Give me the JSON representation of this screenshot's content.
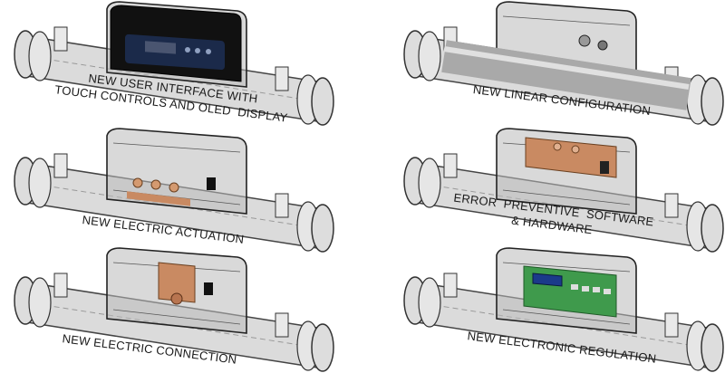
{
  "features": [
    {
      "id": "user-interface",
      "lines": [
        "NEW USER INTERFACE WITH",
        "TOUCH CONTROLS AND OLED  DISPLAY"
      ]
    },
    {
      "id": "linear-configuration",
      "lines": [
        "NEW LINEAR CONFIGURATION"
      ]
    },
    {
      "id": "electric-actuation",
      "lines": [
        "NEW ELECTRIC ACTUATION"
      ]
    },
    {
      "id": "error-preventive",
      "lines": [
        "ERROR  PREVENTIVE  SOFTWARE",
        "& HARDWARE"
      ]
    },
    {
      "id": "electric-connection",
      "lines": [
        "NEW ELECTRIC CONNECTION"
      ]
    },
    {
      "id": "electronic-regulation",
      "lines": [
        "NEW ELECTRONIC REGULATION"
      ]
    }
  ],
  "colors": {
    "copper": "#c98a62",
    "board_green": "#3f9a4c",
    "display_blue": "#1b2a4a",
    "housing": "#8a8a8a"
  }
}
